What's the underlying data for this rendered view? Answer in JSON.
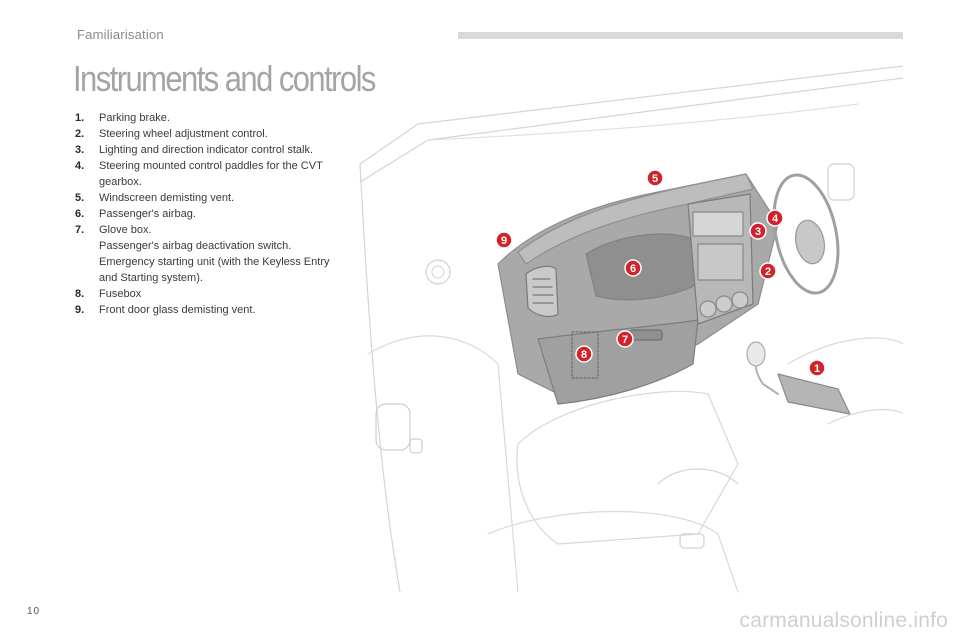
{
  "header": {
    "section": "Familiarisation"
  },
  "title": "Instruments and controls",
  "items": [
    {
      "num": "1.",
      "lines": [
        "Parking brake."
      ]
    },
    {
      "num": "2.",
      "lines": [
        "Steering wheel adjustment control."
      ]
    },
    {
      "num": "3.",
      "lines": [
        "Lighting and direction indicator control stalk."
      ]
    },
    {
      "num": "4.",
      "lines": [
        "Steering mounted control paddles for the CVT gearbox."
      ]
    },
    {
      "num": "5.",
      "lines": [
        "Windscreen demisting vent."
      ]
    },
    {
      "num": "6.",
      "lines": [
        "Passenger's airbag."
      ]
    },
    {
      "num": "7.",
      "lines": [
        "Glove box.",
        "Passenger's airbag deactivation switch.",
        "Emergency starting unit (with the Keyless Entry and Starting system)."
      ]
    },
    {
      "num": "8.",
      "lines": [
        "Fusebox"
      ]
    },
    {
      "num": "9.",
      "lines": [
        "Front door glass demisting vent."
      ]
    }
  ],
  "callouts": [
    "1",
    "2",
    "3",
    "4",
    "5",
    "6",
    "7",
    "8",
    "9"
  ],
  "footer": {
    "page_number": "10",
    "url": "carmanualsonline.info"
  },
  "colors": {
    "callout_red": "#d2232a",
    "title_gray": "#a4a4a4",
    "bar_gray": "#d9d9d9"
  }
}
